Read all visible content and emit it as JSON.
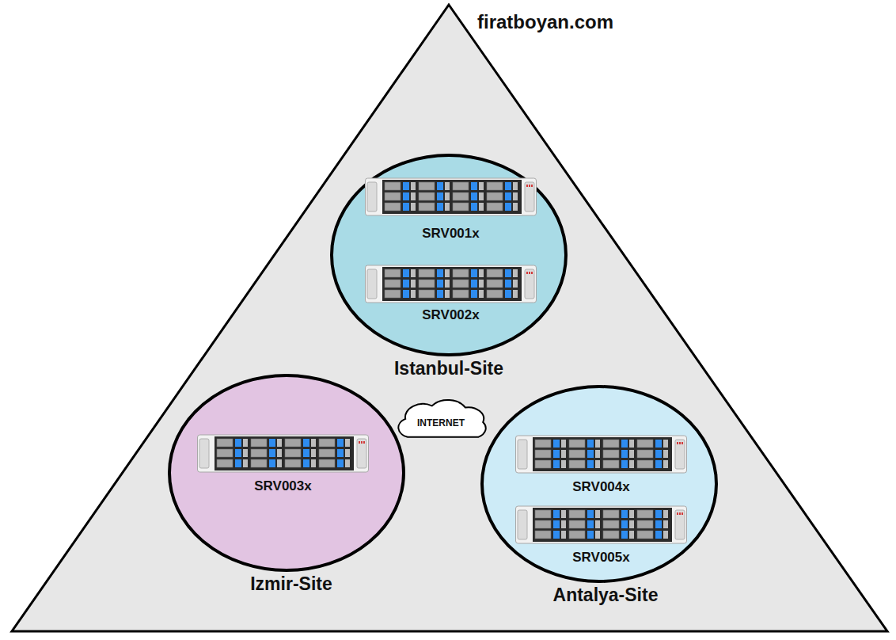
{
  "diagram": {
    "nodes": [
      {
        "text": [
          "firatboyan.com"
        ]
      },
      {
        "text": [
          "Istanbul-Site"
        ],
        "in": 0
      },
      {
        "text": [
          "SRV001x"
        ],
        "in": 1
      },
      {
        "text": [
          "SRV002x"
        ],
        "in": 1
      },
      {
        "text": [
          "INTERNET"
        ],
        "in": 0
      },
      {
        "text": [
          "Izmir-Site"
        ],
        "in": 0
      },
      {
        "text": [
          "SRV003x"
        ],
        "in": 5
      },
      {
        "text": [
          "Antalya-Site"
        ],
        "in": 0
      },
      {
        "text": [
          "SRV004x"
        ],
        "in": 7
      },
      {
        "text": [
          "SRV005x"
        ],
        "in": 7
      }
    ],
    "edges": [
      {
        "from": 4,
        "to": 1,
        "arrow": "none"
      },
      {
        "from": 4,
        "to": 5,
        "arrow": "none"
      },
      {
        "from": 4,
        "to": 7,
        "arrow": "none"
      }
    ]
  }
}
